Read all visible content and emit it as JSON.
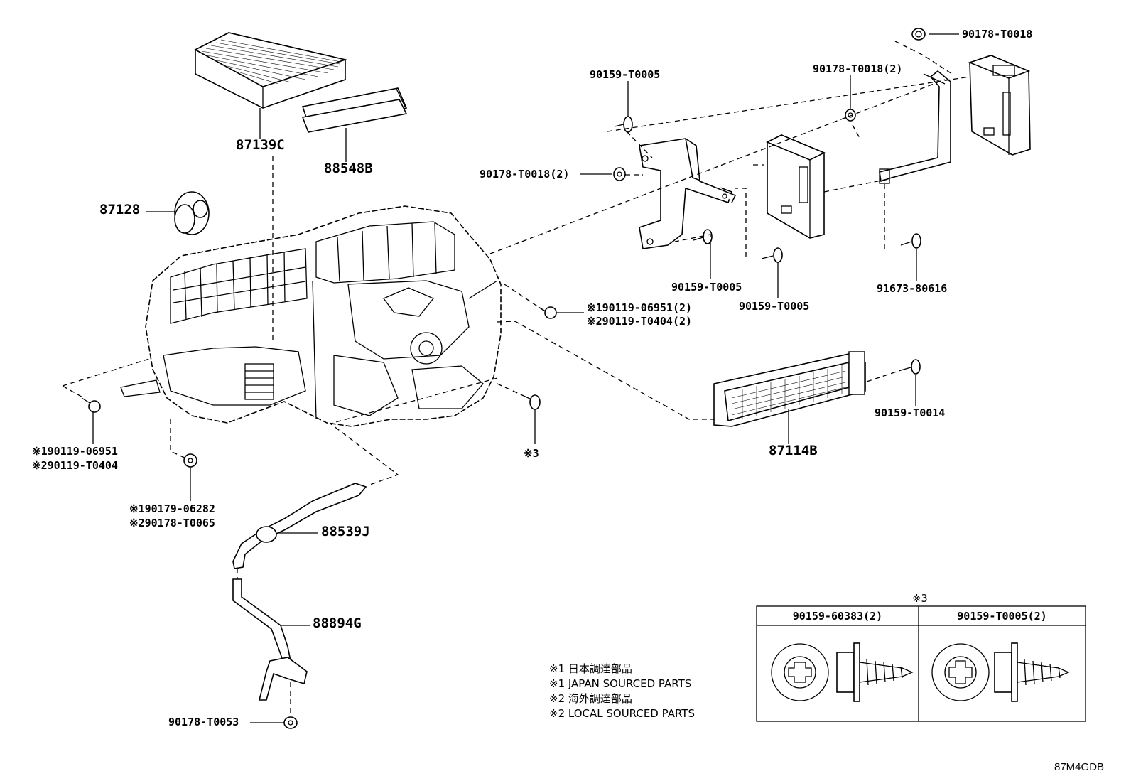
{
  "labels": {
    "p87139C": "87139C",
    "p88548B": "88548B",
    "p87128": "87128",
    "p90178_T0018_top": "90178-T0018",
    "p90159_T0005_a": "90159-T0005",
    "p90178_T0018_2a": "90178-T0018(2)",
    "p90178_T0018_2b": "90178-T0018(2)",
    "p90159_T0005_b": "90159-T0005",
    "p90159_T0005_c": "90159-T0005",
    "p91673_80616": "91673-80616",
    "p_s1_90119_06951_2": "※190119-06951(2)",
    "p_s2_90119_T0404_2": "※290119-T0404(2)",
    "p90159_T0014": "90159-T0014",
    "p87114B": "87114B",
    "p_s1_90119_06951": "※190119-06951",
    "p_s2_90119_T0404": "※290119-T0404",
    "p_s3": "※3",
    "p_s1_90179_06282": "※190179-06282",
    "p_s2_90178_T0065": "※290178-T0065",
    "p88539J": "88539J",
    "p88894G": "88894G",
    "p90178_T0053": "90178-T0053"
  },
  "notes": [
    "※1 日本調達部品",
    "※1 JAPAN SOURCED PARTS",
    "※2 海外調達部品",
    "※2 LOCAL SOURCED PARTS"
  ],
  "table": {
    "marker": "※3",
    "col1": "90159-60383(2)",
    "col2": "90159-T0005(2)"
  },
  "figure_id": "87M4GDB"
}
